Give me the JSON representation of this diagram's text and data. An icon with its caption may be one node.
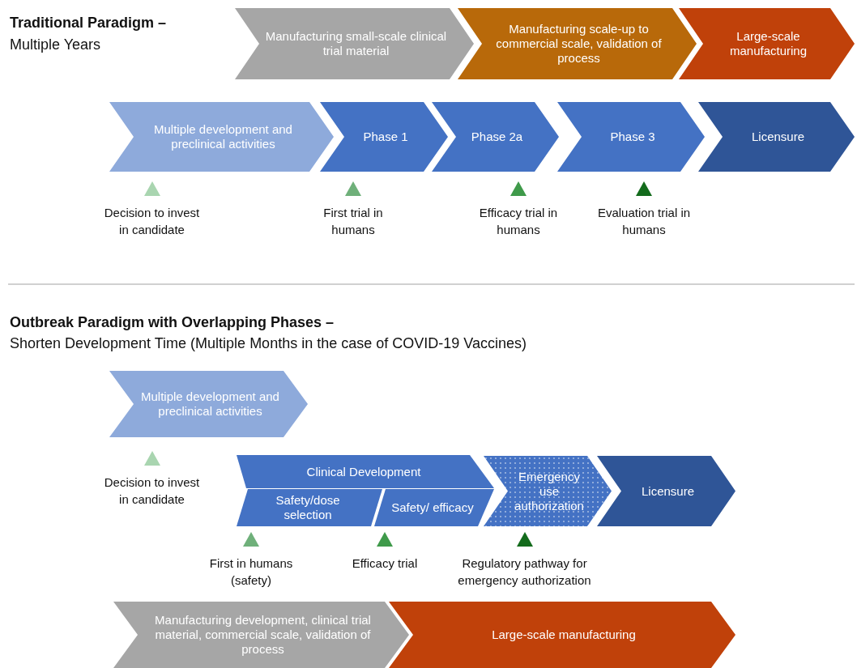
{
  "diagram": {
    "nodes": [
      {
        "text": [
          "Manufacturing small-scale clinical trial material"
        ]
      },
      {
        "text": [
          "Manufacturing scale-up to commercial scale, validation of process"
        ]
      },
      {
        "text": [
          "Large-scale manufacturing"
        ]
      },
      {
        "text": [
          "Multiple development and preclinical activities"
        ]
      },
      {
        "text": [
          "Phase 1"
        ]
      },
      {
        "text": [
          "Phase 2a"
        ]
      },
      {
        "text": [
          "Phase 3"
        ]
      },
      {
        "text": [
          "Licensure"
        ]
      },
      {
        "text": [
          "Decision to invest in candidate"
        ]
      },
      {
        "text": [
          "First trial in humans"
        ]
      },
      {
        "text": [
          "Efficacy trial in humans"
        ]
      },
      {
        "text": [
          "Evaluation trial in humans"
        ]
      },
      {
        "text": [
          "Multiple development and preclinical activities"
        ]
      },
      {
        "text": [
          "Clinical Development"
        ]
      },
      {
        "text": [
          "Emergency use authorization"
        ]
      },
      {
        "text": [
          "Licensure"
        ]
      },
      {
        "text": [
          "Decision to invest in candidate"
        ]
      },
      {
        "text": [
          "Safety/dose selection"
        ]
      },
      {
        "text": [
          "Safety/ efficacy"
        ]
      },
      {
        "text": [
          "First in humans (safety)"
        ]
      },
      {
        "text": [
          "Efficacy trial"
        ]
      },
      {
        "text": [
          "Regulatory pathway for emergency authorization"
        ]
      },
      {
        "text": [
          "Manufacturing development, clinical trial material, commercial scale, validation of process"
        ]
      },
      {
        "text": [
          "Large-scale manufacturing"
        ]
      }
    ],
    "labels": [
      "Traditional Paradigm –",
      "Multiple Years",
      "Outbreak Paradigm with Overlapping Phases –",
      "Shorten Development Time (Multiple Months in the case of COVID-19 Vaccines)"
    ]
  }
}
